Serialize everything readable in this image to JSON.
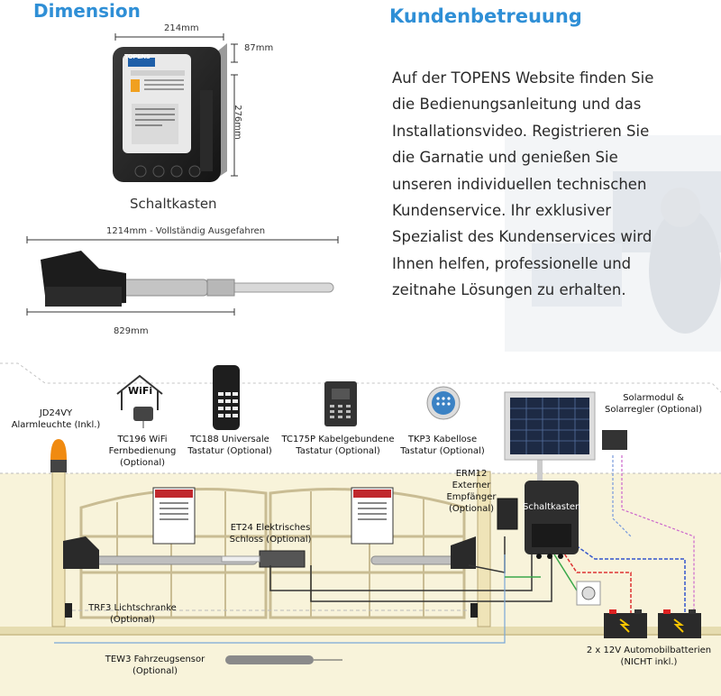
{
  "header": {
    "dimension_title": "Dimension",
    "service_title": "Kundenbetreuung"
  },
  "control_box": {
    "width_label": "214mm",
    "depth_label": "87mm",
    "height_label": "276mm",
    "brand": "TOPENS",
    "caption": "Schaltkasten"
  },
  "actuator": {
    "extended_label": "1214mm - Vollständig Ausgefahren",
    "retracted_label": "829mm"
  },
  "service": {
    "lines": [
      "Auf der TOPENS Website finden Sie",
      "die Bedienungsanleitung und das",
      "Installationsvideo. Registrieren Sie",
      "die Garnatie und genießen Sie",
      "unseren individuellen technischen",
      "Kundenservice. Ihr exklusiver",
      "Spezialist des Kundenservices wird",
      "Ihnen helfen, professionelle und",
      "zeitnahe Lösungen zu erhalten."
    ]
  },
  "diagram": {
    "alarm_light": [
      "JD24VY",
      "Alarmleuchte (Inkl.)"
    ],
    "wifi": [
      "TC196 WiFi",
      "Fernbedienung",
      "(Optional)"
    ],
    "wifi_icon_text": "WiFi",
    "keypad_universal": [
      "TC188 Universale",
      "Tastatur (Optional)"
    ],
    "keypad_wired": [
      "TC175P Kabelgebundene",
      "Tastatur (Optional)"
    ],
    "keypad_wireless": [
      "TKP3 Kabellose",
      "Tastatur (Optional)"
    ],
    "solar": [
      "Solarmodul &",
      "Solarregler (Optional)"
    ],
    "receiver": [
      "ERM12",
      "Externer",
      "Empfänger",
      "(Optional)"
    ],
    "control_box_label": "Schaltkasten",
    "lock": [
      "ET24 Elektrisches",
      "Schloss (Optional)"
    ],
    "photocell": [
      "TRF3 Lichtschranke",
      "(Optional)"
    ],
    "vehicle_sensor": [
      "TEW3 Fahrzeugsensor",
      "(Optional)"
    ],
    "batteries": [
      "2 x 12V Automobilbatterien",
      "(NICHT inkl.)"
    ]
  }
}
